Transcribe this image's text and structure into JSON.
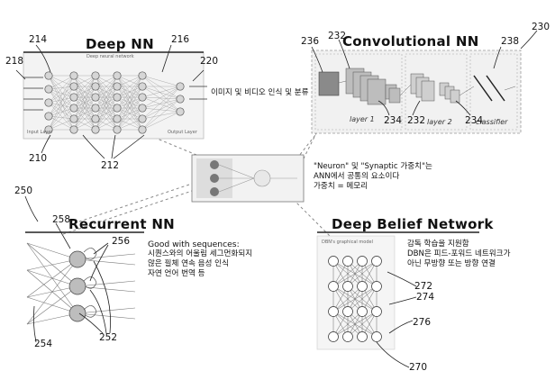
{
  "panels": {
    "deep_nn": {
      "title": "Deep NN",
      "caption": "이미지 및 비디오 인식 및 분류",
      "inner_title": "Deep neural network",
      "input_label": "Input Layer",
      "output_label": "Output Layer"
    },
    "cnn": {
      "title": "Convolutional NN",
      "layer1": "layer 1",
      "layer2": "layer 2",
      "classifier": "classifier"
    },
    "rnn": {
      "title": "Recurrent NN",
      "lines": [
        "Good with sequences:",
        "시퀀스와의 어울림 세그먼화되지",
        "않은 필체 연속 음성 인식",
        "자연 언어 번역 등"
      ]
    },
    "dbn": {
      "title": "Deep Belief Network",
      "inner_title": "DBN's graphical model",
      "lines": [
        "감독 학습을 지원함",
        "DBN은 피드-포워드 네트워크가",
        "아닌 무방향 또는 방향 연결"
      ]
    },
    "center": {
      "lines": [
        "\"Neuron\" 및 \"Synaptic 가중치\"는",
        "ANN에서 공통의 요소이다",
        "가중치 = 메모리"
      ]
    }
  },
  "refs": {
    "r214": "214",
    "r216": "216",
    "r218": "218",
    "r220": "220",
    "r210": "210",
    "r212": "212",
    "r236": "236",
    "r232a": "232",
    "r238": "238",
    "r230": "230",
    "r234a": "234",
    "r232b": "232",
    "r234b": "234",
    "r250": "250",
    "r258": "258",
    "r256": "256",
    "r254": "254",
    "r252": "252",
    "r272": "272",
    "r274": "274",
    "r276": "276",
    "r270": "270"
  }
}
